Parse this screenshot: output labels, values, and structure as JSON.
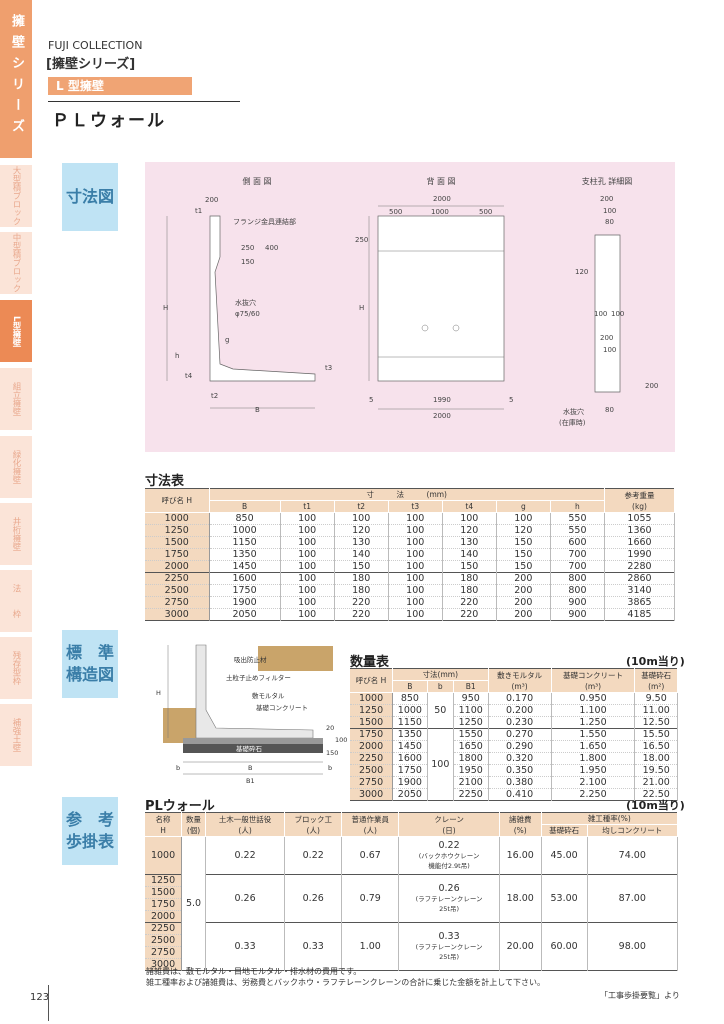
{
  "sidebar": {
    "series": "擁壁シリーズ",
    "tabs": [
      {
        "label": "大型積ブロック"
      },
      {
        "label": "中型積ブロック"
      },
      {
        "label": "L型擁壁",
        "active": true
      },
      {
        "label": "組立擁壁"
      },
      {
        "label": "緑化擁壁"
      },
      {
        "label": "井桁擁壁"
      },
      {
        "label": "法　　枠"
      },
      {
        "label": "残存型枠"
      },
      {
        "label": "補強土壁"
      }
    ]
  },
  "header": {
    "collection": "FUJI COLLECTION",
    "series": "[擁壁シリーズ]",
    "category": "L 型擁壁",
    "product": "ＰＬウォール"
  },
  "sections": {
    "dims": "寸法図",
    "std": "標　準\n構造図",
    "ref": "参　考\n歩掛表"
  },
  "drawing": {
    "side_title": "側 面 図",
    "back_title": "背 面 図",
    "detail_title": "支柱孔 詳細図",
    "flange": "フランジ金具連結部",
    "drain": "水抜穴",
    "drain_size": "φ75/60",
    "drain2": "水抜穴",
    "drain2b": "(在庫時)",
    "d200": "200",
    "t1": "t1",
    "d250": "250",
    "d400": "400",
    "d150": "150",
    "H": "H",
    "h": "h",
    "g": "g",
    "t3": "t3",
    "t4": "t4",
    "t2": "t2",
    "B": "B",
    "w2000": "2000",
    "w500": "500",
    "w1000": "1000",
    "w1990": "1990",
    "w5": "5",
    "d100": "100",
    "d80": "80",
    "d120": "120"
  },
  "std_drawing": {
    "l1": "吸出防止材",
    "l2": "土粒子止めフィルター",
    "l3": "敷モルタル",
    "l4": "基礎コンクリート",
    "l5": "基礎砕石",
    "H": "H",
    "b": "b",
    "B": "B",
    "B1": "B1",
    "d20": "20",
    "d100": "100",
    "d150": "150"
  },
  "dim_table": {
    "title": "寸法表",
    "head_name": "呼び名 H",
    "head_dims": "寸　　　法　　　(mm)",
    "head_weight": "参考重量\n(kg)",
    "cols": [
      "B",
      "t1",
      "t2",
      "t3",
      "t4",
      "g",
      "h"
    ],
    "rows": [
      [
        "1000",
        "850",
        "100",
        "100",
        "100",
        "100",
        "100",
        "550",
        "1055"
      ],
      [
        "1250",
        "1000",
        "100",
        "120",
        "100",
        "120",
        "120",
        "550",
        "1360"
      ],
      [
        "1500",
        "1150",
        "100",
        "130",
        "100",
        "130",
        "150",
        "600",
        "1660"
      ],
      [
        "1750",
        "1350",
        "100",
        "140",
        "100",
        "140",
        "150",
        "700",
        "1990"
      ],
      [
        "2000",
        "1450",
        "100",
        "150",
        "100",
        "150",
        "150",
        "700",
        "2280"
      ],
      [
        "2250",
        "1600",
        "100",
        "180",
        "100",
        "180",
        "200",
        "800",
        "2860"
      ],
      [
        "2500",
        "1750",
        "100",
        "180",
        "100",
        "180",
        "200",
        "800",
        "3140"
      ],
      [
        "2750",
        "1900",
        "100",
        "220",
        "100",
        "220",
        "200",
        "900",
        "3865"
      ],
      [
        "3000",
        "2050",
        "100",
        "220",
        "100",
        "220",
        "200",
        "900",
        "4185"
      ]
    ]
  },
  "qty_table": {
    "title": "数量表",
    "unit": "(10m当り)",
    "head_name": "呼び名 H",
    "head_dims": "寸法(mm)",
    "cols": [
      "B",
      "b",
      "B1"
    ],
    "head_mortar": "敷きモルタル\n(m³)",
    "head_conc": "基礎コンクリート\n(m³)",
    "head_stone": "基礎砕石\n(m²)",
    "b_groups": [
      "50",
      "100"
    ],
    "rows": [
      [
        "1000",
        "850",
        "950",
        "0.170",
        "0.950",
        "9.50"
      ],
      [
        "1250",
        "1000",
        "1100",
        "0.200",
        "1.100",
        "11.00"
      ],
      [
        "1500",
        "1150",
        "1250",
        "0.230",
        "1.250",
        "12.50"
      ],
      [
        "1750",
        "1350",
        "1550",
        "0.270",
        "1.550",
        "15.50"
      ],
      [
        "2000",
        "1450",
        "1650",
        "0.290",
        "1.650",
        "16.50"
      ],
      [
        "2250",
        "1600",
        "1800",
        "0.320",
        "1.800",
        "18.00"
      ],
      [
        "2500",
        "1750",
        "1950",
        "0.350",
        "1.950",
        "19.50"
      ],
      [
        "2750",
        "1900",
        "2100",
        "0.380",
        "2.100",
        "21.00"
      ],
      [
        "3000",
        "2050",
        "2250",
        "0.410",
        "2.250",
        "22.50"
      ]
    ]
  },
  "labor_table": {
    "title": "PLウォール",
    "unit": "(10m当り)",
    "heads": [
      "名称\nH",
      "数量\n(個)",
      "土木一般世話役\n(人)",
      "ブロック工\n(人)",
      "普通作業員\n(人)",
      "クレーン\n(日)",
      "諸雑費\n(%)"
    ],
    "head_misc": "雑工種率(%)",
    "head_stone": "基礎砕石",
    "head_conc": "均しコンクリート",
    "qty": "5.0",
    "groups": [
      {
        "names": [
          "1000"
        ],
        "foreman": "0.22",
        "block": "0.22",
        "worker": "0.67",
        "crane": "0.22",
        "crane_note": "(バックホウクレーン\n機能付2.9t吊)",
        "misc": "16.00",
        "stone": "45.00",
        "conc": "74.00"
      },
      {
        "names": [
          "1250",
          "1500",
          "1750",
          "2000"
        ],
        "foreman": "0.26",
        "block": "0.26",
        "worker": "0.79",
        "crane": "0.26",
        "crane_note": "(ラフテレーンクレーン\n25t吊)",
        "misc": "18.00",
        "stone": "53.00",
        "conc": "87.00"
      },
      {
        "names": [
          "2250",
          "2500",
          "2750",
          "3000"
        ],
        "foreman": "0.33",
        "block": "0.33",
        "worker": "1.00",
        "crane": "0.33",
        "crane_note": "(ラフテレーンクレーン\n25t吊)",
        "misc": "20.00",
        "stone": "60.00",
        "conc": "98.00"
      }
    ]
  },
  "notes": {
    "n1": "諸雑費は、敷モルタル・目地モルタル・排水材の費用です。",
    "n2": "雑工種率および諸雑費は、労務費とバックホウ・ラフテレーンクレーンの合計に乗じた金額を計上して下さい。",
    "source": "「工事歩掛要覧」より"
  },
  "page": {
    "number": "123"
  }
}
